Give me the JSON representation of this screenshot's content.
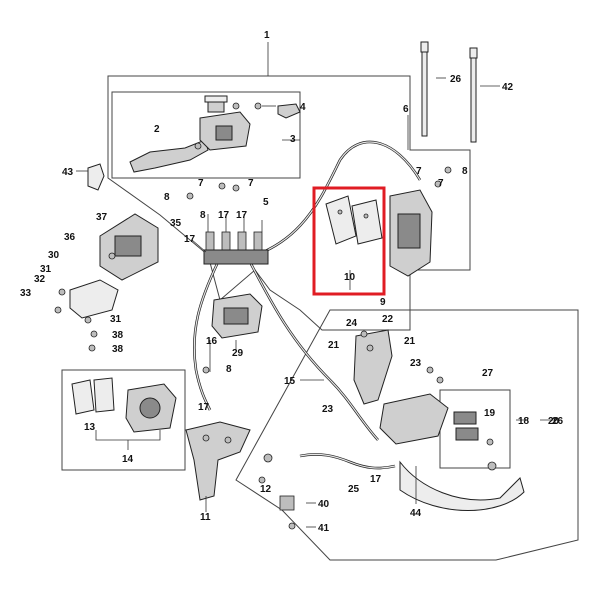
{
  "labels": {
    "l1": "1",
    "l2": "2",
    "l3": "3",
    "l4": "4",
    "l5": "5",
    "l6": "6",
    "l7a": "7",
    "l7b": "7",
    "l8a": "8",
    "l8b": "8",
    "l8c": "8",
    "l8d": "8",
    "l9": "9",
    "l10": "10",
    "l11": "11",
    "l12": "12",
    "l13": "13",
    "l14": "14",
    "l15": "15",
    "l16": "16",
    "l17a": "17",
    "l17b": "17",
    "l17c": "17",
    "l17d": "17",
    "l18": "18",
    "l19": "19",
    "l20": "20",
    "l21a": "21",
    "l21b": "21",
    "l22": "22",
    "l23a": "23",
    "l23b": "23",
    "l24": "24",
    "l25": "25",
    "l26a": "26",
    "l26b": "26",
    "l27": "27",
    "l29": "29",
    "l30": "30",
    "l31a": "31",
    "l31b": "31",
    "l32": "32",
    "l33": "33",
    "l35": "35",
    "l36": "36",
    "l37": "37",
    "l38a": "38",
    "l38b": "38",
    "l40": "40",
    "l41": "41",
    "l42": "42",
    "l43": "43",
    "l44": "44"
  },
  "colors": {
    "highlight": "#e01c24",
    "line": "#333333"
  }
}
